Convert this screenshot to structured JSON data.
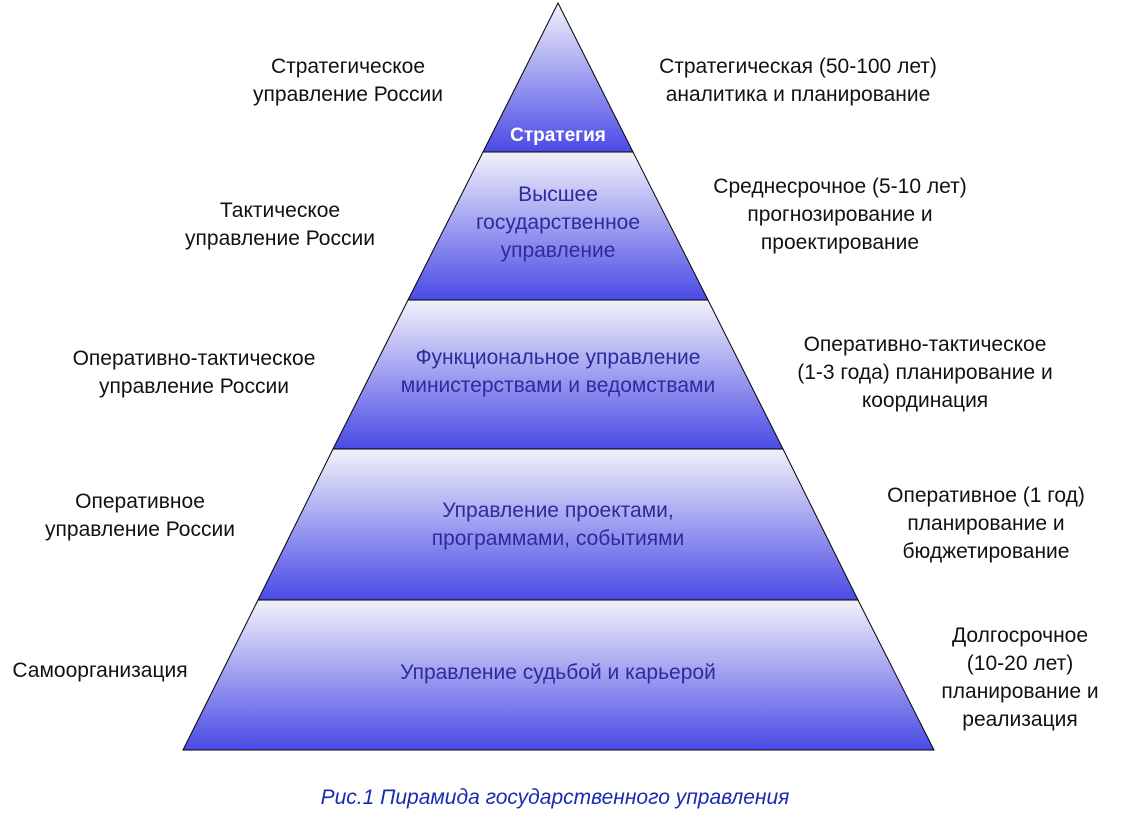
{
  "colors": {
    "fill_light": "#f2f2fb",
    "fill_dark": "#4a4ae6",
    "outline": "#000000",
    "inner_text": "#2b2b9c",
    "apex_text": "#ffffff",
    "caption_text": "#1a2ab0"
  },
  "levels": [
    {
      "inner": "Стратегия",
      "left": "Стратегическое\nуправление России",
      "right": "Стратегическая (50-100 лет)\nаналитика и планирование"
    },
    {
      "inner": "Высшее\nгосударственное\nуправление",
      "left": "Тактическое\nуправление России",
      "right": "Среднесрочное (5-10 лет)\nпрогнозирование и\nпроектирование"
    },
    {
      "inner": "Функциональное управление\nминистерствами и ведомствами",
      "left": "Оперативно-тактическое\nуправление России",
      "right": "Оперативно-тактическое\n(1-3 года) планирование и\nкоординация"
    },
    {
      "inner": "Управление проектами,\nпрограммами, событиями",
      "left": "Оперативное\nуправление России",
      "right": "Оперативное (1 год)\nпланирование и\nбюджетирование"
    },
    {
      "inner": "Управление судьбой и карьерой",
      "left": "Самоорганизация",
      "right": "Долгосрочное\n(10-20 лет)\nпланирование и\nреализация"
    }
  ],
  "caption": "Рис.1 Пирамида государственного управления"
}
